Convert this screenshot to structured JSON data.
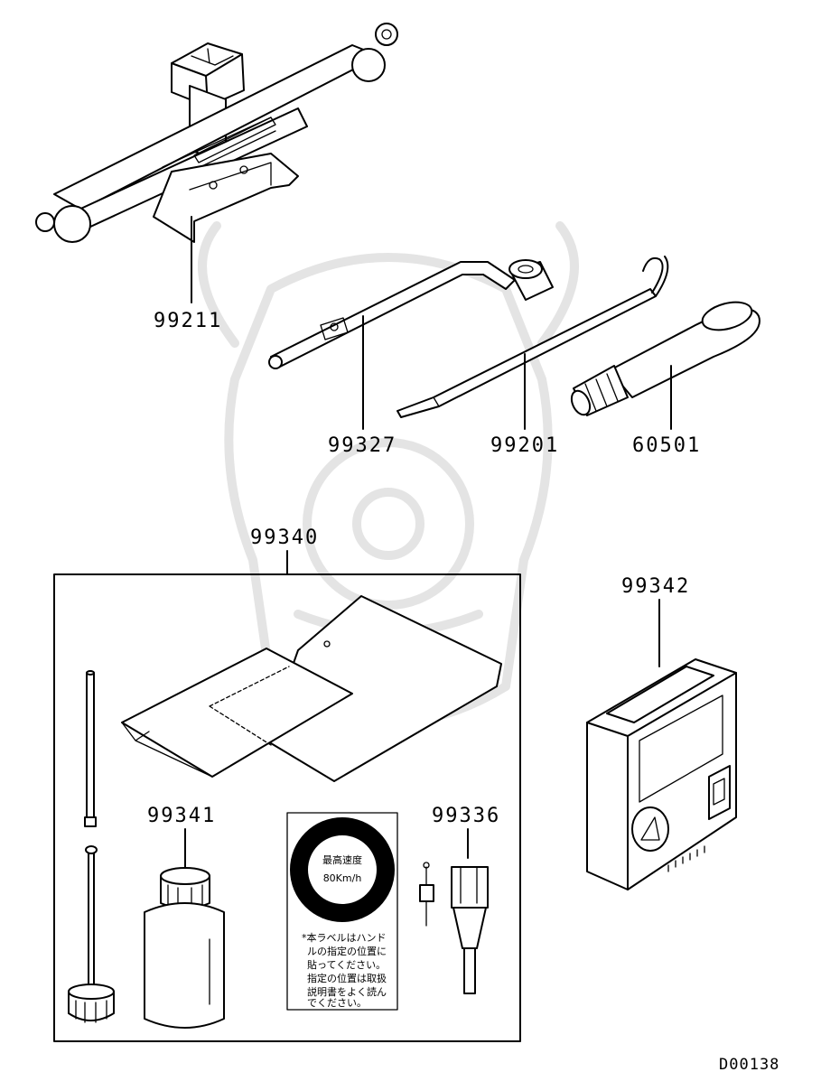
{
  "parts": {
    "jack": "99211",
    "wrench_handle": "99327",
    "jack_handle": "99201",
    "tow_hook": "60501",
    "repair_kit": "99340",
    "sealant_bottle": "99341",
    "valve_tool": "99336",
    "compressor": "99342"
  },
  "speed_label": {
    "title": "最高速度",
    "speed": "80Km/h",
    "notes": [
      "*本ラベルはハンド",
      "ルの指定の位置に",
      "貼ってください。",
      "指定の位置は取扱",
      "説明書をよく読ん",
      "でください。"
    ]
  },
  "diagram_code": "D00138",
  "colors": {
    "line": "#000000",
    "watermark": "#e4e4e4"
  }
}
